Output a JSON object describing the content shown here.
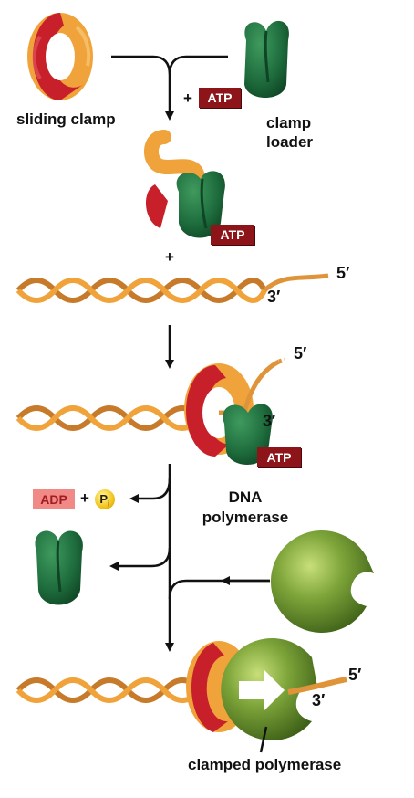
{
  "labels": {
    "sliding_clamp": "sliding clamp",
    "clamp_loader": "clamp\nloader",
    "plus": "+",
    "atp": "ATP",
    "adp": "ADP",
    "pi_main": "P",
    "pi_sub": "i",
    "five_prime": "5′",
    "three_prime": "3′",
    "dna_polymerase": "DNA\npolymerase",
    "clamped_polymerase": "clamped polymerase"
  },
  "colors": {
    "clamp_red": "#c8202a",
    "clamp_orange": "#f0a33a",
    "loader_green": "#1f6e3e",
    "polymerase_green": "#6f9a30",
    "dna_orange": "#e0943a",
    "atp_bg": "#8d1418",
    "adp_bg": "#f18a86",
    "arrow": "#111111"
  }
}
